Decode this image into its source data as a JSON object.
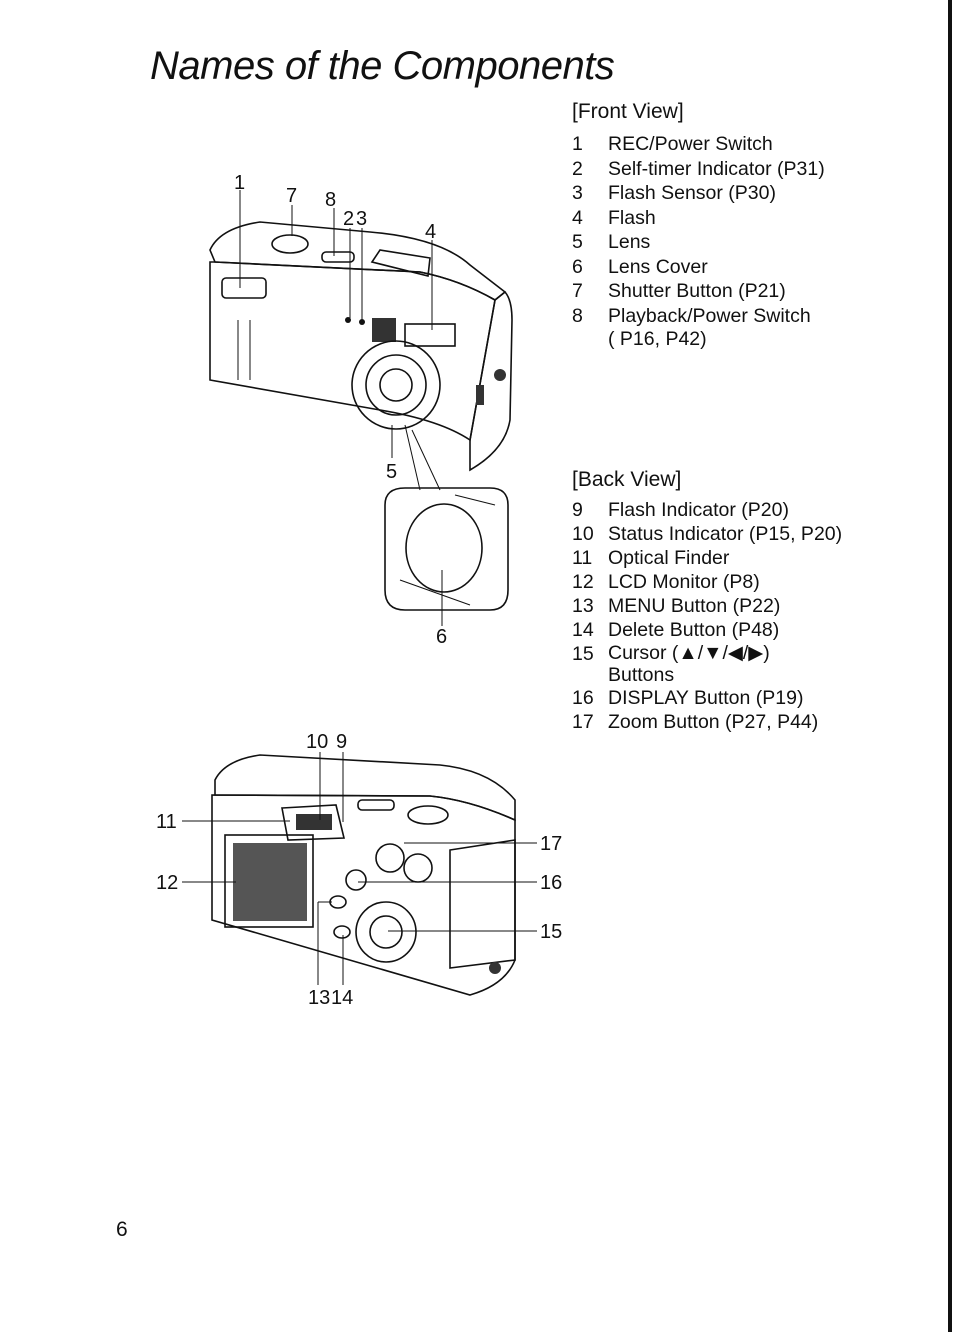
{
  "page_title": "Names of the Components",
  "front": {
    "heading": "[Front View]",
    "items": [
      {
        "num": "1",
        "label": "REC/Power Switch"
      },
      {
        "num": "2",
        "label": "Self-timer Indicator (P31)"
      },
      {
        "num": "3",
        "label": "Flash Sensor (P30)"
      },
      {
        "num": "4",
        "label": "Flash"
      },
      {
        "num": "5",
        "label": "Lens"
      },
      {
        "num": "6",
        "label": "Lens Cover"
      },
      {
        "num": "7",
        "label": "Shutter Button (P21)"
      },
      {
        "num": "8",
        "label": "Playback/Power Switch",
        "sub": "( P16, P42)"
      }
    ]
  },
  "back": {
    "heading": "[Back View]",
    "items": [
      {
        "num": "9",
        "label": "Flash Indicator (P20)"
      },
      {
        "num": "10",
        "label": "Status Indicator (P15, P20)"
      },
      {
        "num": "11",
        "label": "Optical Finder"
      },
      {
        "num": "12",
        "label": "LCD Monitor (P8)"
      },
      {
        "num": "13",
        "label": "MENU Button (P22)"
      },
      {
        "num": "14",
        "label": "Delete Button (P48)"
      },
      {
        "num": "15",
        "label": "Cursor (▲/▼/◀/▶)",
        "sub": "Buttons"
      },
      {
        "num": "16",
        "label": "DISPLAY Button (P19)"
      },
      {
        "num": "17",
        "label": "Zoom Button (P27, P44)"
      }
    ]
  },
  "front_figure": {
    "callouts": [
      "1",
      "7",
      "8",
      "2",
      "3",
      "4",
      "5",
      "6"
    ]
  },
  "back_figure": {
    "callouts": [
      "10",
      "9",
      "11",
      "12",
      "17",
      "16",
      "15",
      "13",
      "14"
    ]
  },
  "page_number": "6"
}
